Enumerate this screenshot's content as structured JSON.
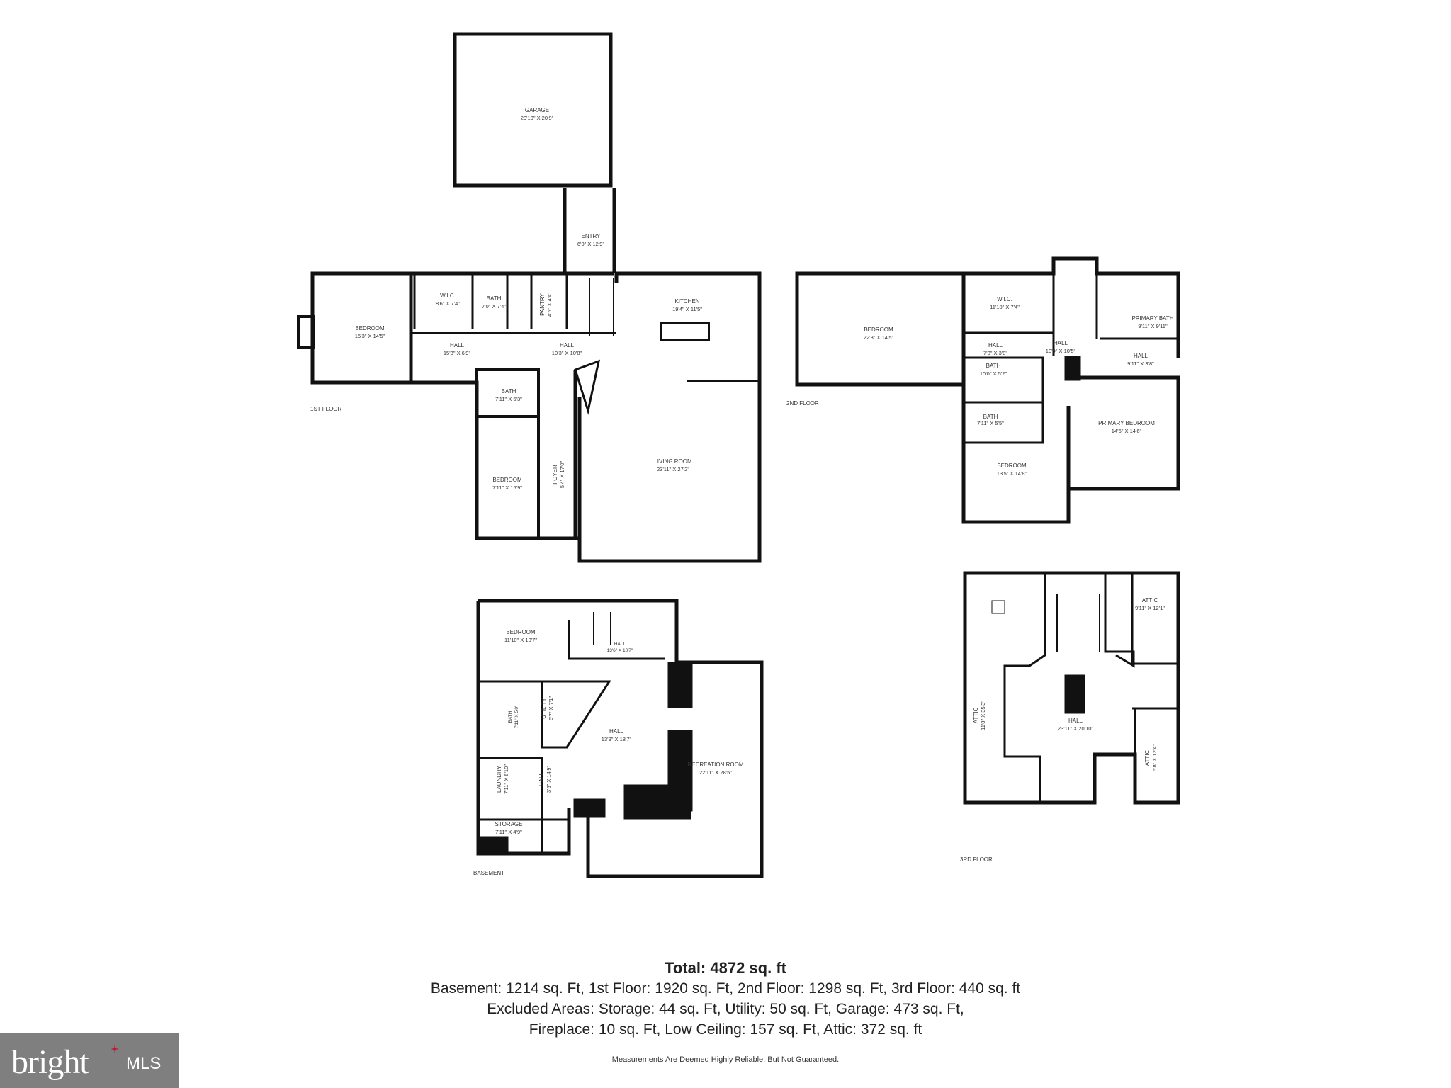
{
  "floors": [
    {
      "id": "first",
      "label": "1ST FLOOR"
    },
    {
      "id": "second",
      "label": "2ND FLOOR"
    },
    {
      "id": "basement",
      "label": "BASEMENT"
    },
    {
      "id": "third",
      "label": "3RD FLOOR"
    }
  ],
  "rooms": {
    "garage": {
      "name": "GARAGE",
      "dims": "20'10\" X 20'9\""
    },
    "entry": {
      "name": "ENTRY",
      "dims": "6'0\" X 12'9\""
    },
    "bedroom1": {
      "name": "BEDROOM",
      "dims": "15'3\" X 14'5\""
    },
    "wic1": {
      "name": "W.I.C.",
      "dims": "8'6\" X 7'4\""
    },
    "bath1": {
      "name": "BATH",
      "dims": "7'0\" X 7'4\""
    },
    "pantry": {
      "name": "PANTRY",
      "dims": "4'5\" X 4'4\""
    },
    "kitchen": {
      "name": "KITCHEN",
      "dims": "19'4\" X 11'5\""
    },
    "hall1a": {
      "name": "HALL",
      "dims": "15'3\" X 6'9\""
    },
    "hall1b": {
      "name": "HALL",
      "dims": "10'3\" X 10'8\""
    },
    "bath2": {
      "name": "BATH",
      "dims": "7'11\" X 6'3\""
    },
    "bedroom2": {
      "name": "BEDROOM",
      "dims": "7'11\" X 15'9\""
    },
    "foyer": {
      "name": "FOYER",
      "dims": "5'4\" X 17'0\""
    },
    "living": {
      "name": "LIVING ROOM",
      "dims": "23'11\" X 27'2\""
    },
    "bedroom3": {
      "name": "BEDROOM",
      "dims": "22'3\" X 14'5\""
    },
    "wic2": {
      "name": "W.I.C.",
      "dims": "11'10\" X 7'4\""
    },
    "hall2a": {
      "name": "HALL",
      "dims": "7'0\" X 3'8\""
    },
    "hall2b": {
      "name": "HALL",
      "dims": "10'9\" X 10'5\""
    },
    "pbath": {
      "name": "PRIMARY BATH",
      "dims": "9'11\" X 9'11\""
    },
    "hall2c": {
      "name": "HALL",
      "dims": "9'11\" X 3'8\""
    },
    "bath3": {
      "name": "BATH",
      "dims": "10'0\" X 5'2\""
    },
    "bath4": {
      "name": "BATH",
      "dims": "7'11\" X 5'5\""
    },
    "pbedroom": {
      "name": "PRIMARY BEDROOM",
      "dims": "14'6\" X 14'6\""
    },
    "bedroom4": {
      "name": "BEDROOM",
      "dims": "13'5\" X 14'8\""
    },
    "bedroom5": {
      "name": "BEDROOM",
      "dims": "11'10\" X 10'7\""
    },
    "hallb1": {
      "name": "HALL",
      "dims": "13'6\" X 10'7\""
    },
    "bath5": {
      "name": "BATH",
      "dims": "7'11\" X 5'0\""
    },
    "utility": {
      "name": "UTILITY",
      "dims": "8'7\" X 7'1\""
    },
    "hallb2": {
      "name": "HALL",
      "dims": "13'9\" X 18'7\""
    },
    "recroom": {
      "name": "RECREATION ROOM",
      "dims": "22'11\" X 28'5\""
    },
    "laundry": {
      "name": "LAUNDRY",
      "dims": "7'11\" X 6'10\""
    },
    "hallb3": {
      "name": "HALL",
      "dims": "3'6\" X 14'9\""
    },
    "storage": {
      "name": "STORAGE",
      "dims": "7'11\" X 4'9\""
    },
    "attic1": {
      "name": "ATTIC",
      "dims": "11'8\" X 35'3\""
    },
    "attic2": {
      "name": "ATTIC",
      "dims": "9'11\" X 12'1\""
    },
    "hall3": {
      "name": "HALL",
      "dims": "23'11\" X 20'10\""
    },
    "attic3": {
      "name": "ATTIC",
      "dims": "5'8\" X 12'4\""
    }
  },
  "summary": {
    "total": "Total: 4872 sq. ft",
    "line1": "Basement: 1214 sq. Ft, 1st Floor: 1920 sq. Ft, 2nd Floor: 1298 sq. Ft, 3rd Floor: 440 sq. ft",
    "line2": "Excluded Areas: Storage: 44 sq. Ft, Utility: 50 sq. Ft, Garage: 473 sq. Ft,",
    "line3": "Fireplace: 10 sq. Ft, Low Ceiling: 157 sq. Ft, Attic: 372 sq. ft",
    "disclaimer": "Measurements Are Deemed Highly Reliable, But Not Guaranteed."
  },
  "logo": {
    "brand": "bright",
    "suffix": "MLS"
  },
  "colors": {
    "wall": "#111111",
    "window": "#ffffff",
    "logo_bg": "#7f7f7f",
    "logo_accent": "#c8102e"
  }
}
